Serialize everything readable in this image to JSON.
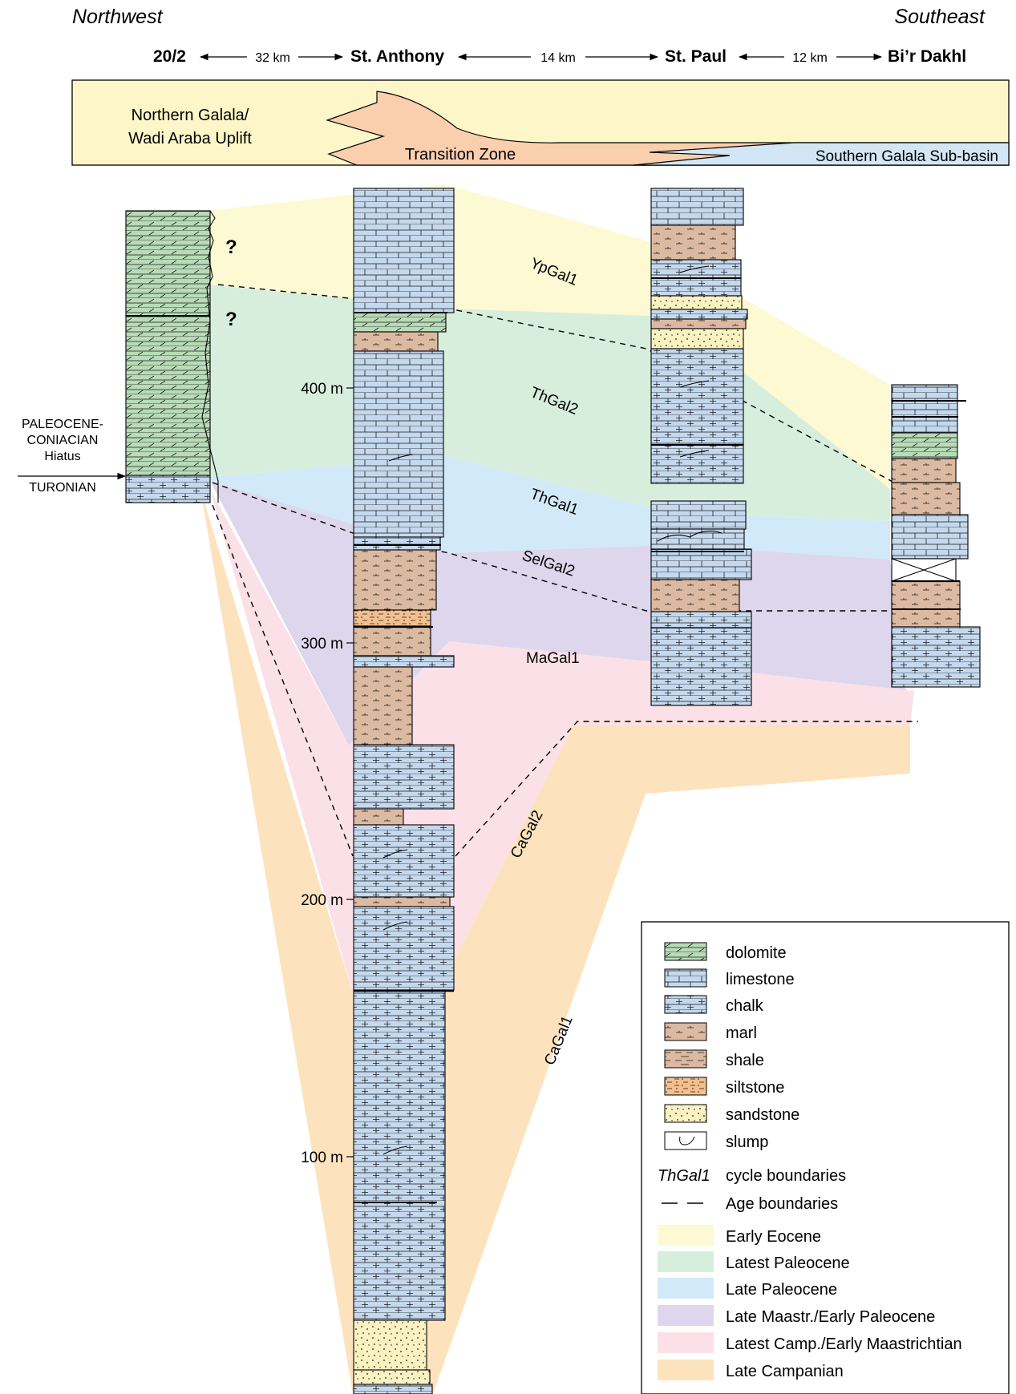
{
  "header": {
    "northwest": "Northwest",
    "southeast": "Southeast"
  },
  "sections": [
    {
      "name": "20/2"
    },
    {
      "name": "St. Anthony"
    },
    {
      "name": "St. Paul"
    },
    {
      "name": "Bi’r Dakhl"
    }
  ],
  "distances": [
    "32 km",
    "14 km",
    "12 km"
  ],
  "zones": {
    "northern_line1": "Northern Galala/",
    "northern_line2": "Wadi Araba Uplift",
    "transition": "Transition Zone",
    "southern": "Southern Galala Sub-basin"
  },
  "depth_ticks": [
    "400 m",
    "300 m",
    "200 m",
    "100 m"
  ],
  "cycles": [
    "YpGal1",
    "ThGal2",
    "ThGal1",
    "SelGal2",
    "MaGal1",
    "CaGal2",
    "CaGal1"
  ],
  "question_marks": [
    "?",
    "?"
  ],
  "hiatus": {
    "line1": "PALEOCENE-",
    "line2": "CONIACIAN",
    "line3": "Hiatus",
    "line4": "TURONIAN"
  },
  "legend": {
    "lithologies": [
      {
        "label": "dolomite",
        "color": "#b7dcb7"
      },
      {
        "label": "limestone",
        "color": "#c5d9ee"
      },
      {
        "label": "chalk",
        "color": "#c5d9ee"
      },
      {
        "label": "marl",
        "color": "#dcb9a1"
      },
      {
        "label": "shale",
        "color": "#dcb9a1"
      },
      {
        "label": "siltstone",
        "color": "#f3c08e"
      },
      {
        "label": "sandstone",
        "color": "#fbf2c2"
      },
      {
        "label": "slump",
        "color": "#ffffff"
      }
    ],
    "cycle_key": "ThGal1",
    "cycle_label": "cycle boundaries",
    "age_label": "Age boundaries",
    "ages": [
      {
        "label": "Early Eocene",
        "color": "#fdf9d2"
      },
      {
        "label": "Latest Paleocene",
        "color": "#d8eedd"
      },
      {
        "label": "Late Paleocene",
        "color": "#d1e9f8"
      },
      {
        "label": "Late Maastr./Early Paleocene",
        "color": "#ddd6ec"
      },
      {
        "label": "Latest Camp./Early Maastrichtian",
        "color": "#fbe0e8"
      },
      {
        "label": "Late Campanian",
        "color": "#fde3bd"
      }
    ]
  },
  "colors": {
    "zone_north": "#fdf6c8",
    "zone_transition": "#f9cfae",
    "zone_south": "#d3e6f5",
    "limestone": "#c5d9ee",
    "dolomite": "#b7dcb7",
    "marl": "#dcb9a1",
    "siltstone": "#f3c08e",
    "sandstone": "#fbf2c2"
  }
}
